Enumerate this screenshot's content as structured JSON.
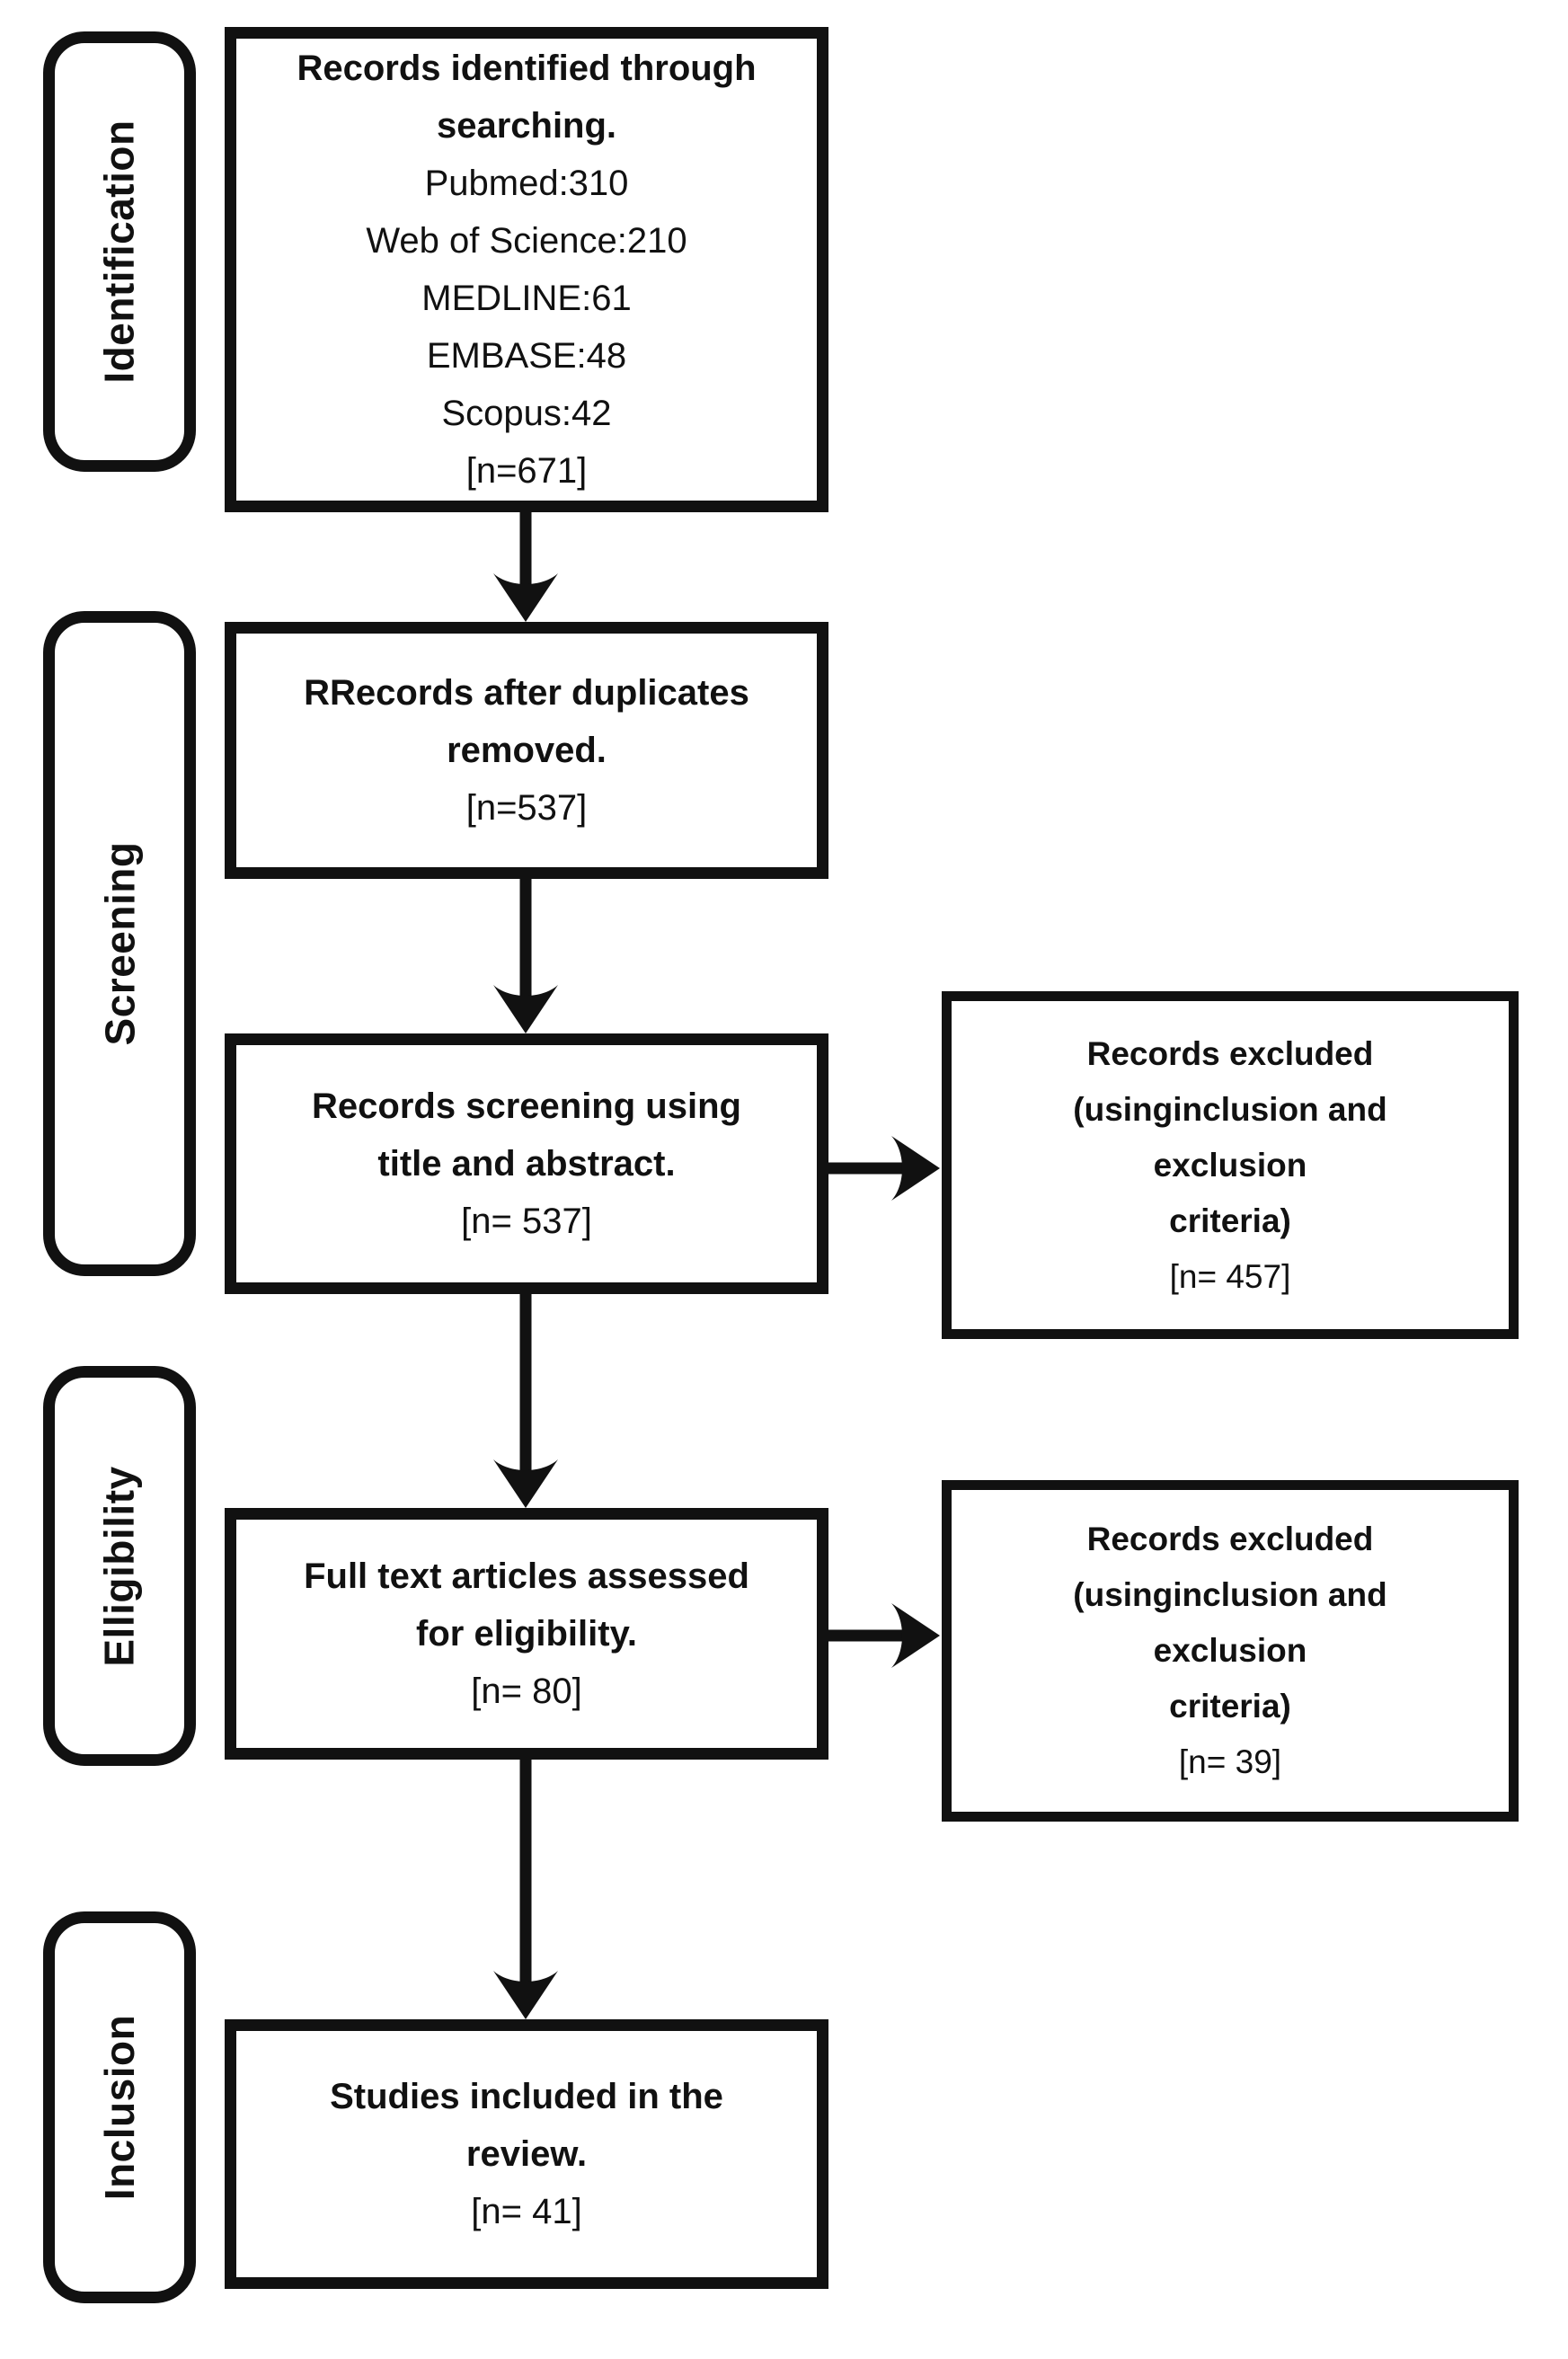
{
  "stage_labels": [
    "Identification",
    "Screening",
    "Elligibility",
    "Inclusion"
  ],
  "boxes": {
    "identified": {
      "bold_lines": [
        "Records identified through",
        "searching."
      ],
      "lines": [
        "Pubmed:310",
        "Web of Science:210",
        "MEDLINE:61",
        "EMBASE:48",
        "Scopus:42",
        "[n=671]"
      ]
    },
    "duplicates": {
      "bold_lines": [
        "RRecords after duplicates",
        "removed."
      ],
      "lines": [
        "[n=537]"
      ]
    },
    "screening": {
      "bold_lines": [
        "Records screening using",
        "title and abstract."
      ],
      "lines": [
        "[n= 537]"
      ]
    },
    "fulltext": {
      "bold_lines": [
        "Full text articles assessed",
        "for eligibility."
      ],
      "lines": [
        "[n= 80]"
      ]
    },
    "included": {
      "bold_lines": [
        "Studies included in the",
        "review."
      ],
      "lines": [
        "[n= 41]"
      ]
    },
    "excluded1": {
      "bold_lines": [
        "Records excluded",
        "(usinginclusion and",
        "exclusion",
        "criteria)"
      ],
      "lines": [
        "[n= 457]"
      ]
    },
    "excluded2": {
      "bold_lines": [
        "Records excluded",
        "(usinginclusion and",
        "exclusion",
        "criteria)"
      ],
      "lines": [
        "[n= 39]"
      ]
    }
  },
  "colors": {
    "ink": "#111111",
    "background": "#ffffff"
  }
}
